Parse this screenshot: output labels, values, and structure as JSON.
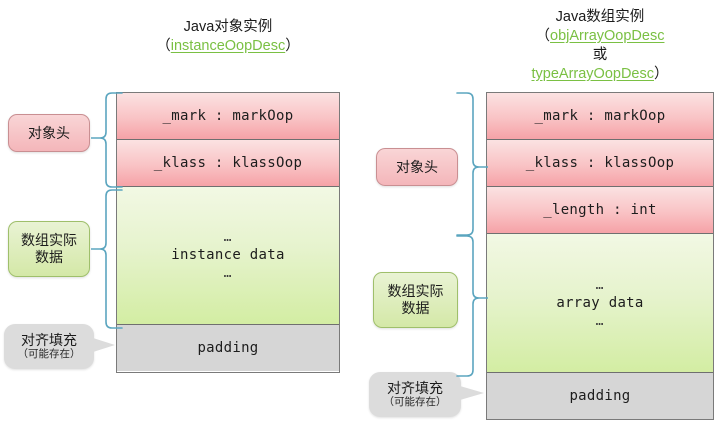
{
  "titles": {
    "left": {
      "heading": "Java对象实例",
      "open_paren": "（",
      "type_name": "instanceOopDesc",
      "close_paren": "）"
    },
    "right": {
      "heading": "Java数组实例",
      "open_paren": "（",
      "type_name_1": "objArrayOopDesc",
      "or_text": "或",
      "type_name_2": "typeArrayOopDesc",
      "close_paren": "）"
    }
  },
  "left_diagram": {
    "rows": [
      {
        "label": "_mark : markOop",
        "kind": "red"
      },
      {
        "label": "_klass : klassOop",
        "kind": "red"
      },
      {
        "label": "instance data",
        "kind": "green",
        "dots_top": "…",
        "dots_bottom": "…"
      },
      {
        "label": "padding",
        "kind": "gray"
      }
    ],
    "tags": {
      "header": "对象头",
      "data": "数组实际\n数据",
      "data_line1": "数组实际",
      "data_line2": "数据",
      "padding_main": "对齐填充",
      "padding_sub": "（可能存在）"
    }
  },
  "right_diagram": {
    "rows": [
      {
        "label": "_mark : markOop",
        "kind": "red"
      },
      {
        "label": "_klass : klassOop",
        "kind": "red"
      },
      {
        "label": "_length : int",
        "kind": "red"
      },
      {
        "label": "array data",
        "kind": "green",
        "dots_top": "…",
        "dots_bottom": "…"
      },
      {
        "label": "padding",
        "kind": "gray"
      }
    ],
    "tags": {
      "header": "对象头",
      "data_line1": "数组实际",
      "data_line2": "数据",
      "padding_main": "对齐填充",
      "padding_sub": "（可能存在）"
    }
  },
  "colors": {
    "header_red_top": "#fbe2e2",
    "header_red_bottom": "#f6a2a7",
    "data_green_top": "#f2f8e4",
    "data_green_bottom": "#d3eda3",
    "padding_gray": "#d6d6d6",
    "link_green": "#7ac043",
    "brace_blue": "#5ba5bf",
    "border_gray": "#7a7a7a"
  }
}
